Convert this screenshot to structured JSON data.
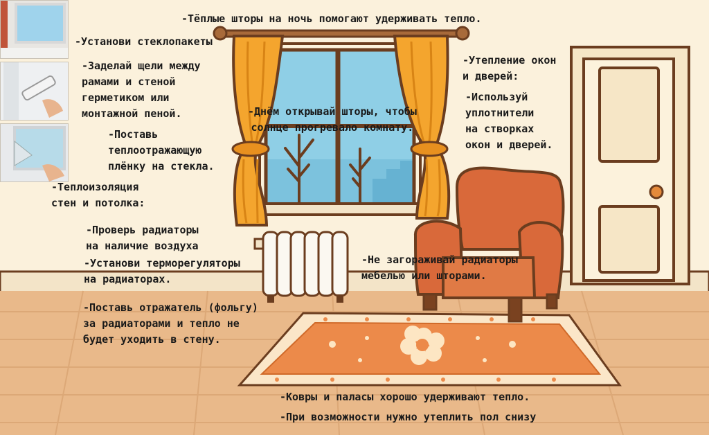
{
  "colors": {
    "wall": "#fbf1dc",
    "floor": "#e9b98a",
    "curtain": "#f4a52e",
    "armchair": "#d9693a",
    "rug": "#ec8a4a",
    "sky": "#8fcfe6",
    "outline": "#6b3d1f"
  },
  "notes": {
    "warm_curtains": "-Тёплые шторы на ночь помогают удерживать тепло.",
    "windows": "-Установи стеклопакеты",
    "seal_gaps": "-Заделай щели между\nрамами и стеной\nгерметиком или\nмонтажной пеной.",
    "reflective_film": "-Поставь\nтеплоотражающую\nплёнку на стекла.",
    "wall_insulation": "-Теплоизоляция\nстен и потолка:",
    "check_radiators": "-Проверь радиаторы\nна наличие воздуха",
    "thermostats": "-Установи терморегуляторы\nна радиаторах.",
    "foil": "-Поставь отражатель (фольгу)\nза радиаторами и тепло не\nбудет уходить в стену.",
    "open_curtains": "-Днём открывай шторы, чтобы\nсолнце прогревало комнату.",
    "door_insulation": "-Утепление окон\nи дверей:",
    "seals": "-Используй\nуплотнители\nна створках\nокон и дверей.",
    "radiators_free": "-Не загораживай радиаторы\nмебелью или шторами.",
    "rugs": "-Ковры и паласы хорошо удерживают тепло.",
    "floor": "-При возможности нужно утеплить пол снизу"
  }
}
